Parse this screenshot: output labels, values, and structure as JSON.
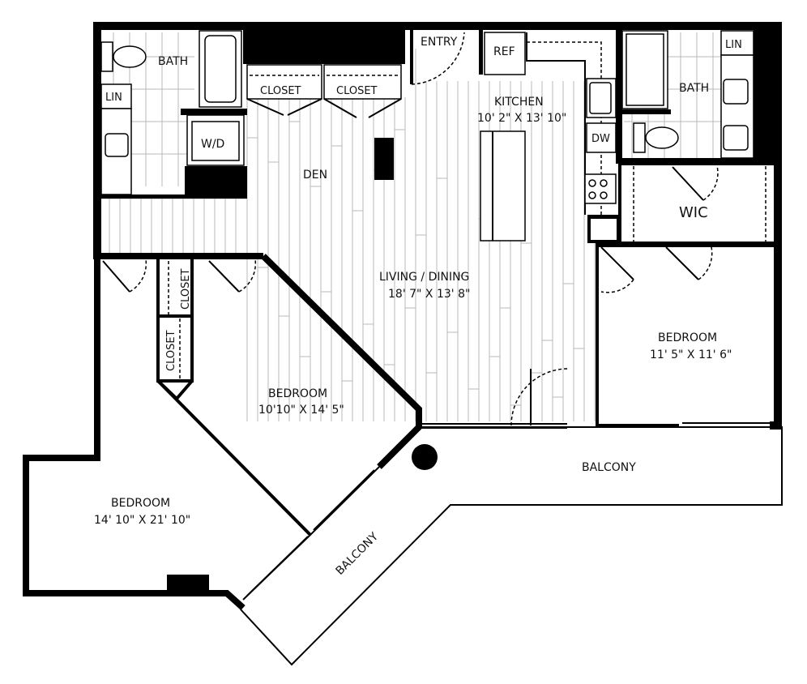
{
  "plan": {
    "rooms": [
      {
        "id": "bath-left",
        "name": "BATH"
      },
      {
        "id": "lin-left",
        "name": "LIN"
      },
      {
        "id": "wd",
        "name": "W/D"
      },
      {
        "id": "closet-den-1",
        "name": "CLOSET"
      },
      {
        "id": "closet-den-2",
        "name": "CLOSET"
      },
      {
        "id": "den",
        "name": "DEN"
      },
      {
        "id": "entry",
        "name": "ENTRY"
      },
      {
        "id": "ref",
        "name": "REF"
      },
      {
        "id": "kitchen",
        "name": "KITCHEN",
        "dims": "10' 2\" X 13' 10\""
      },
      {
        "id": "dw",
        "name": "DW"
      },
      {
        "id": "bath-right",
        "name": "BATH"
      },
      {
        "id": "lin-right",
        "name": "LIN"
      },
      {
        "id": "wic",
        "name": "WIC"
      },
      {
        "id": "living-dining",
        "name": "LIVING / DINING",
        "dims": "18' 7\" X 13' 8\""
      },
      {
        "id": "bedroom-right",
        "name": "BEDROOM",
        "dims": "11' 5\" X 11' 6\""
      },
      {
        "id": "bedroom-center",
        "name": "BEDROOM",
        "dims": "10'10\" X 14' 5\""
      },
      {
        "id": "closet-bed-1",
        "name": "CLOSET"
      },
      {
        "id": "closet-bed-2",
        "name": "CLOSET"
      },
      {
        "id": "bedroom-left",
        "name": "BEDROOM",
        "dims": "14' 10\" X 21' 10\""
      },
      {
        "id": "balcony-right",
        "name": "BALCONY"
      },
      {
        "id": "balcony-diag",
        "name": "BALCONY"
      }
    ],
    "colors": {
      "wall": "#000000",
      "floor_plank": "#b9b9b9",
      "background": "#ffffff"
    }
  }
}
